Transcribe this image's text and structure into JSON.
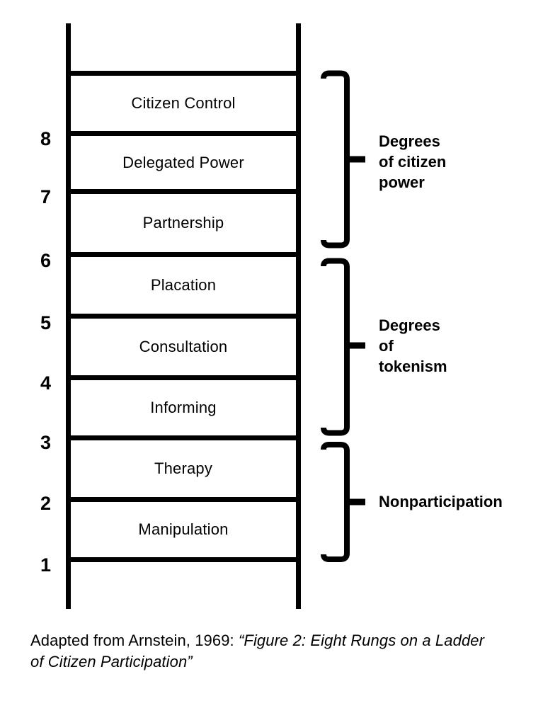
{
  "colors": {
    "ink": "#000000",
    "background": "#ffffff"
  },
  "ladder": {
    "steps": [
      {
        "number": "8",
        "label": "Citizen Control"
      },
      {
        "number": "7",
        "label": "Delegated Power"
      },
      {
        "number": "6",
        "label": "Partnership"
      },
      {
        "number": "5",
        "label": "Placation"
      },
      {
        "number": "4",
        "label": "Consultation"
      },
      {
        "number": "3",
        "label": "Informing"
      },
      {
        "number": "2",
        "label": "Therapy"
      },
      {
        "number": "1",
        "label": "Manipulation"
      }
    ]
  },
  "groups": [
    {
      "label": "Degrees\nof citizen\npower"
    },
    {
      "label": "Degrees\nof\ntokenism"
    },
    {
      "label": "Nonparticipation"
    }
  ],
  "caption": {
    "prefix": "Adapted from Arnstein, 1969: ",
    "quote_line1": "“Figure 2: Eight Rungs on a Ladder",
    "quote_line2": "of Citizen Participation”"
  }
}
